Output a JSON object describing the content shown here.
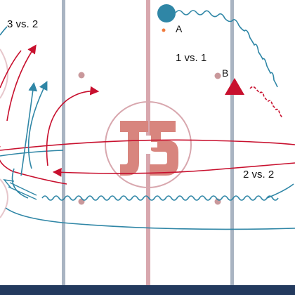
{
  "drill": {
    "labels": {
      "three_vs_two": "3 vs. 2",
      "one_vs_one": "1 vs. 1",
      "two_vs_two": "2 vs. 2",
      "player_a": "A",
      "player_b": "B"
    },
    "center_logo": {
      "icon": "js-cross-logo"
    },
    "colors": {
      "red_line": "#d8a7ae",
      "blue_line": "#a9b4c2",
      "faceoff_dot": "#c9989b",
      "offense_path": "#c8102e",
      "defense_path": "#2f86a6",
      "logo_fill": "#d8857e",
      "bottom_border": "#233a5e",
      "puck_orange": "#f07a3c"
    }
  }
}
